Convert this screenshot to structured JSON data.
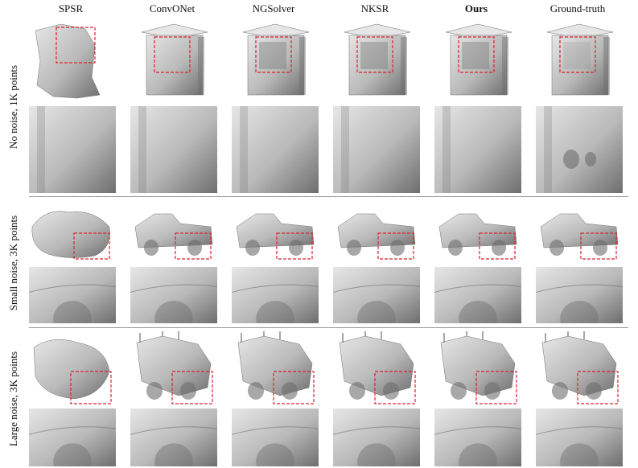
{
  "columns": [
    {
      "label": "SPSR",
      "bold": false
    },
    {
      "label": "ConvONet",
      "bold": false
    },
    {
      "label": "NGSolver",
      "bold": false
    },
    {
      "label": "NKSR",
      "bold": false
    },
    {
      "label": "Ours",
      "bold": true
    },
    {
      "label": "Ground-truth",
      "bold": false
    }
  ],
  "groups": [
    {
      "label": "No noise, 1K points",
      "object": "kiosk"
    },
    {
      "label": "Small noise, 3K points",
      "object": "pickup-truck"
    },
    {
      "label": "Large noise, 3K points",
      "object": "jeep"
    }
  ],
  "colors": {
    "mesh_fill": "#b9b9b9",
    "mesh_light": "#e6e6e6",
    "mesh_dark": "#6e6e6e",
    "zoom_box": "#d9232d",
    "separator": "#9a9a9a"
  }
}
